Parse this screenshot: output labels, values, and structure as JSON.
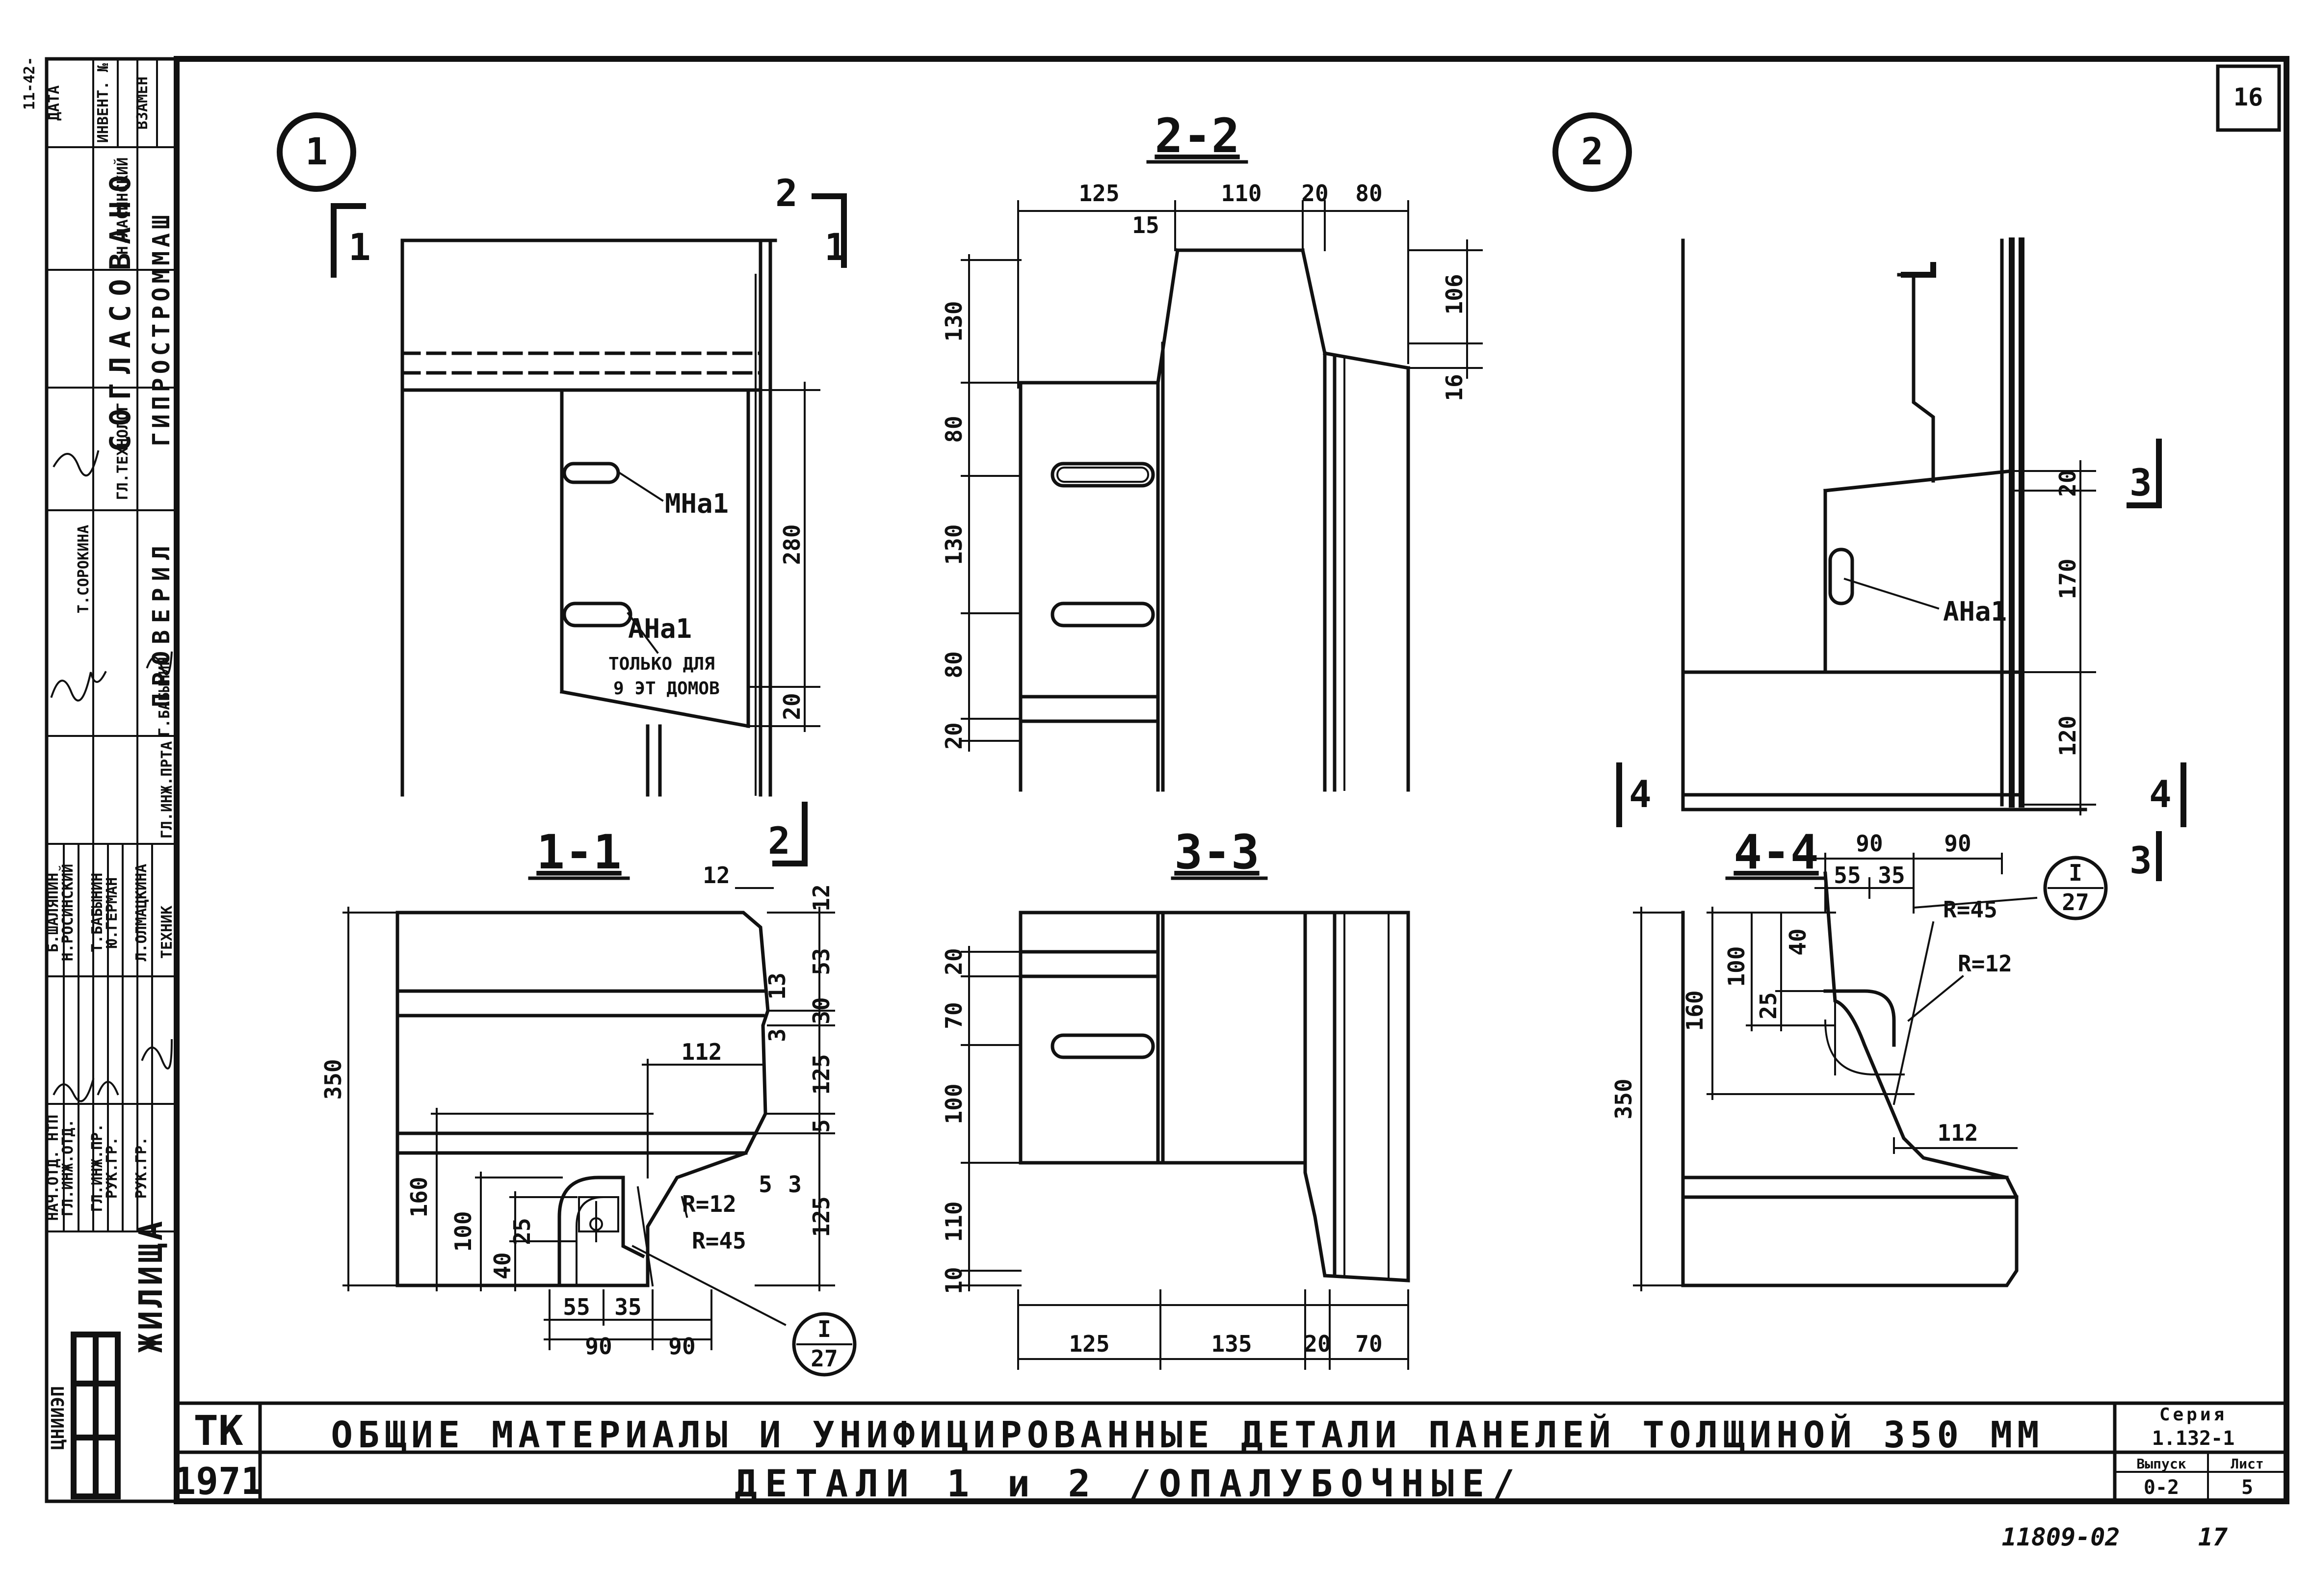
{
  "sheet_number": "16",
  "archive_number": "11809-02",
  "page_number": "17",
  "corner_note": "11-42-",
  "org_vertical": "ЦНИИЭП",
  "org_sub": "ЖИЛИЩА",
  "stamp": {
    "agreed": "СОГЛАСОВАНО",
    "institute": "ГИПРОСТРОММАШ",
    "checked": "ПРОВЕРИЛ",
    "cols": [
      "ДАТА",
      "ИНВЕНТ. №",
      "ВЗАМЕН"
    ],
    "roles": [
      "НАЧ.ОТД. НТП",
      "ГЛ.ИНЖ.ОТД.",
      "ГЛ.ИНЖ.ПР.",
      "РУК.ГР.",
      "РУК.ГР."
    ],
    "names": [
      "Б.ШАЛЯПИН",
      "Н.РОСИНСКИЙ",
      "Т.БАБЫНИН",
      "Ю.ГЕРМАН",
      "Л.ОЛМАЦКИНА"
    ],
    "titles": [
      "ТЕХНИК",
      "ГЛ.ИНЖ.ПРТА",
      "ГЛ.ТЕХНОЛОГ",
      "Н.ЛАСИНСКИЙ"
    ],
    "title_names": [
      "Т.СОРОКИНА",
      "Г.БАБЫНИН"
    ]
  },
  "title_block": {
    "code": "ТК",
    "year": "1971",
    "main_title": "ОБЩИЕ МАТЕРИАЛЫ И УНИФИЦИРОВАННЫЕ ДЕТАЛИ ПАНЕЛЕЙ ТОЛЩИНОЙ 350 ММ",
    "sub_title": "ДЕТАЛИ 1 и 2 /ОПАЛУБОЧНЫЕ/",
    "series_label": "Серия",
    "series_value": "1.132-1",
    "issue_label": "Выпуск",
    "issue_value": "0-2",
    "sheet_label": "Лист",
    "sheet_value": "5"
  },
  "details": {
    "d1": "1",
    "d2": "2",
    "s11": "1-1",
    "s22": "2-2",
    "s33": "3-3",
    "s44": "4-4"
  },
  "markers": {
    "m1": "1",
    "m2": "2",
    "m3": "3",
    "m4": "4"
  },
  "callouts": {
    "mna1": "МНа1",
    "ana1_a": "АНа1",
    "ana1_b": "АНа1",
    "only_for": "ТОЛЬКО ДЛЯ",
    "floors": "9 ЭТ ДОМОВ",
    "ref_num": "I",
    "ref_den": "27",
    "r12": "R=12",
    "r45": "R=45"
  },
  "dims": {
    "d1_280": "280",
    "d1_20": "20",
    "s22_125": "125",
    "s22_110": "110",
    "s22_20": "20",
    "s22_80": "80",
    "s22_15": "15",
    "s22_130a": "130",
    "s22_80a": "80",
    "s22_130b": "130",
    "s22_80b": "80",
    "s22_20b": "20",
    "s22_106": "106",
    "s22_16": "16",
    "d2_20": "20",
    "d2_170": "170",
    "d2_120": "120",
    "s11_12a": "12",
    "s11_12b": "12",
    "s11_53": "53",
    "s11_13": "13",
    "s11_30": "30",
    "s11_3a": "3",
    "s11_125a": "125",
    "s11_5a": "5",
    "s11_5b": "5",
    "s11_3b": "3",
    "s11_125b": "125",
    "s11_112": "112",
    "s11_350": "350",
    "s11_160": "160",
    "s11_100": "100",
    "s11_25": "25",
    "s11_40": "40",
    "s11_55": "55",
    "s11_35": "35",
    "s11_90a": "90",
    "s11_90b": "90",
    "s33_20a": "20",
    "s33_70": "70",
    "s33_100": "100",
    "s33_110": "110",
    "s33_10": "10",
    "s33_125": "125",
    "s33_135": "135",
    "s33_20b": "20",
    "s33_70b": "70",
    "s44_90a": "90",
    "s44_90b": "90",
    "s44_55": "55",
    "s44_35": "35",
    "s44_25": "25",
    "s44_40": "40",
    "s44_100": "100",
    "s44_160": "160",
    "s44_350": "350",
    "s44_112": "112"
  }
}
